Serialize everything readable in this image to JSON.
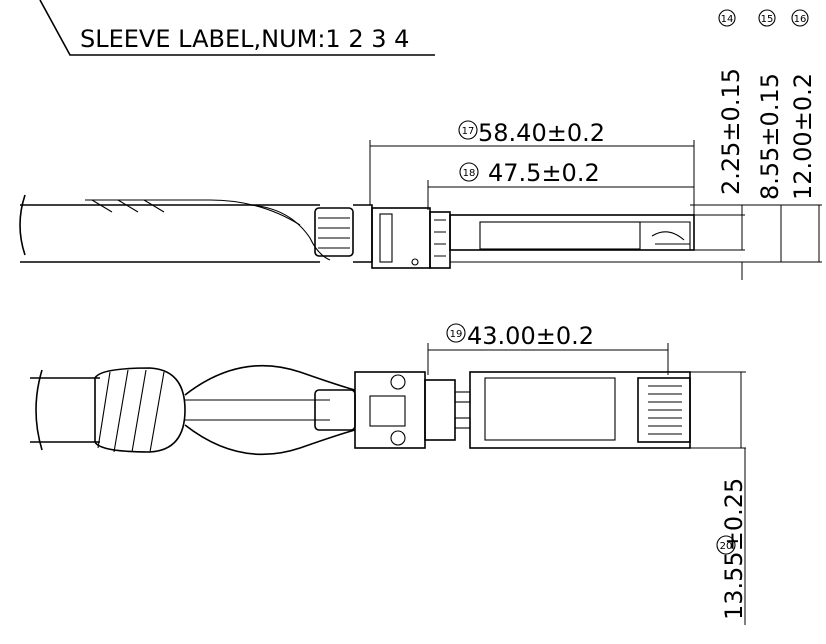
{
  "sleeve_label": "SLEEVE LABEL,NUM:1 2 3 4",
  "dimensions": [
    {
      "id": "14",
      "circle": "14",
      "value": "2.25±0.15"
    },
    {
      "id": "15",
      "circle": "15",
      "value": "8.55±0.15"
    },
    {
      "id": "16",
      "circle": "16",
      "value": "12.00±0.2"
    },
    {
      "id": "17",
      "circle": "17",
      "value": "58.40±0.2"
    },
    {
      "id": "18",
      "circle": "18",
      "value": "47.5±0.2"
    },
    {
      "id": "19",
      "circle": "19",
      "value": "43.00±0.2"
    },
    {
      "id": "20",
      "circle": "20",
      "value": "13.55±0.25"
    }
  ]
}
